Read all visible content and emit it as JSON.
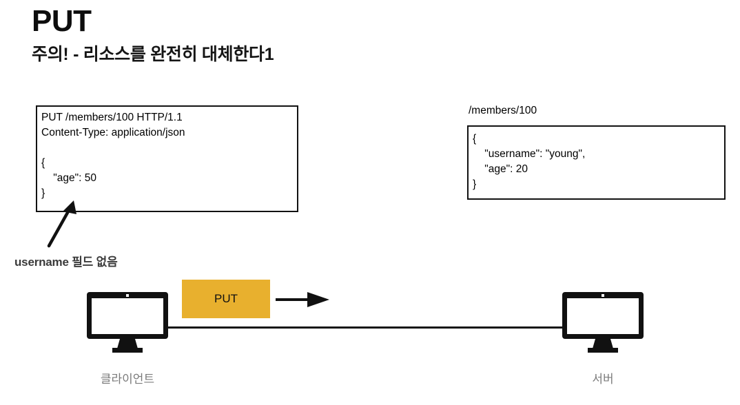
{
  "slide": {
    "title": "PUT",
    "subtitle": "주의! - 리소스를 완전히 대체한다1"
  },
  "request": {
    "name": "http-request-box",
    "lines": [
      "PUT /members/100 HTTP/1.1",
      "Content-Type: application/json",
      "",
      "{",
      "    \"age\": 50",
      "}"
    ],
    "text": "PUT /members/100 HTTP/1.1\nContent-Type: application/json\n\n{\n    \"age\": 50\n}"
  },
  "resource": {
    "label": "/members/100",
    "lines": [
      "{",
      "    \"username\": \"young\",",
      "    \"age\": 20",
      "}"
    ],
    "text": "{\n    \"username\": \"young\",\n    \"age\": 20\n}"
  },
  "annotation": {
    "label": "username 필드 없음"
  },
  "flow": {
    "method_badge": "PUT",
    "badge_color": "#e8b02e",
    "arrow_direction": "right"
  },
  "nodes": {
    "client_label": "클라이언트",
    "server_label": "서버",
    "label_color": "#7b7b7b"
  },
  "colors": {
    "accent": "#e8b02e",
    "ink": "#111111",
    "muted": "#7b7b7b"
  }
}
